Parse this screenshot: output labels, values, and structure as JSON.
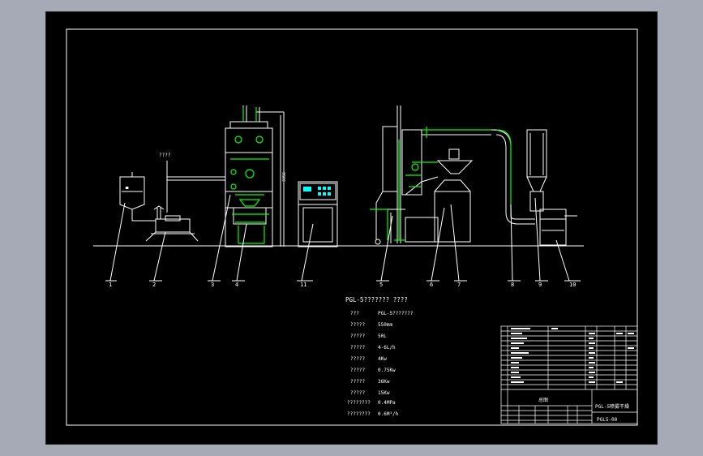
{
  "callouts": [
    "1",
    "2",
    "3",
    "4",
    "11",
    "5",
    "6",
    "7",
    "8",
    "9",
    "10"
  ],
  "labels": {
    "inlet_label": "????",
    "height_label": "3356"
  },
  "specs": {
    "title": "PGL-5??????? ????",
    "rows": [
      {
        "name": "???",
        "value": "PGL-5???????"
      },
      {
        "name": "?????",
        "value": "550mm"
      },
      {
        "name": "?????",
        "value": "50L"
      },
      {
        "name": "?????",
        "value": "4-6L/h"
      },
      {
        "name": "?????",
        "value": "4Kw"
      },
      {
        "name": "?????",
        "value": "0.75Kw"
      },
      {
        "name": "?????",
        "value": "36Kw"
      },
      {
        "name": "?????",
        "value": "15Kw"
      },
      {
        "name": "????????",
        "value": "0.4MPa"
      },
      {
        "name": "????????",
        "value": "0.6M³/h"
      }
    ]
  },
  "title_block": {
    "drawing_name": "PGL-5喷雾干燥",
    "drawing_no": "PGL5-00",
    "left_label": "总图"
  },
  "colors": {
    "background": "#a6aab7",
    "sheet": "#000000",
    "line": "#ffffff",
    "equipment_highlight": "#00ff00",
    "control_panel_accent": "#00ffff"
  }
}
